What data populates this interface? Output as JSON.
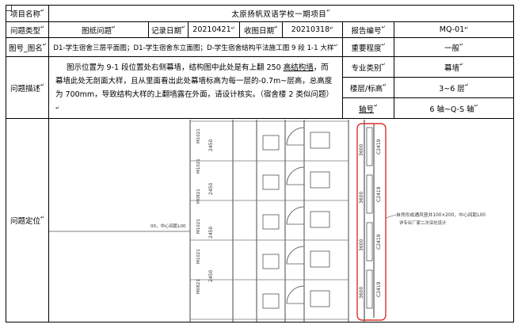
{
  "form": {
    "r1": {
      "label": "项目名称",
      "title": "太原扬帆双语学校一期项目"
    },
    "r2": {
      "type_label": "问题类型",
      "type_value": "图纸问题",
      "rec_label": "记录日期",
      "rec_value": "20210421",
      "recv_label": "收图日期",
      "recv_value": "20210318",
      "rep_label": "报告编号",
      "rep_value": "MQ-01"
    },
    "r3": {
      "label": "图号_图名",
      "value": "D1-学生宿舍三层平面图；D1-学生宿舍东立面图；D-学生宿舍结构平法施工图 9 段 1-1 大样",
      "imp_label": "重要程度",
      "imp_value": "一般"
    },
    "r4": {
      "label": "问题描述",
      "desc_1": "图示位置为 9-1 段位置处右侧幕墙，结构图中此处是有上翻 250 ",
      "desc_link": "高结构墙",
      "desc_2": "，而幕墙此处无剖面大样，且从里面看出此处幕墙标高为每一层的-0.7m~层高，总高度为 700mm，导致结构大样的上翻墙露在外面，请设计核实。（宿舍楼 2 类似问题）",
      "major_label": "专业类别",
      "major_value": "幕墙",
      "floor_label": "楼层/标高",
      "floor_value": "3~6 层",
      "axis_label": "轴号",
      "axis_value": "6 轴~Q-S 轴"
    },
    "r5": {
      "label": "问题定位"
    }
  },
  "drawing": {
    "dims_left": [
      "2450",
      "2450",
      "2450",
      "2450"
    ],
    "tags_left": [
      "M1021",
      "M1021",
      "M0821",
      "M1021",
      "M1021",
      "M0821"
    ],
    "dims_right": [
      "3600",
      "3600",
      "3600",
      "3600"
    ],
    "tags_right": [
      "C2419",
      "C2419",
      "C2419",
      "C2419"
    ],
    "note": "自然形成通风竖井100×200，中心间距L00",
    "note2": "详专业厂家二次深化设计",
    "left_note": "00，中心间距L00",
    "accent": "#d9322f"
  }
}
